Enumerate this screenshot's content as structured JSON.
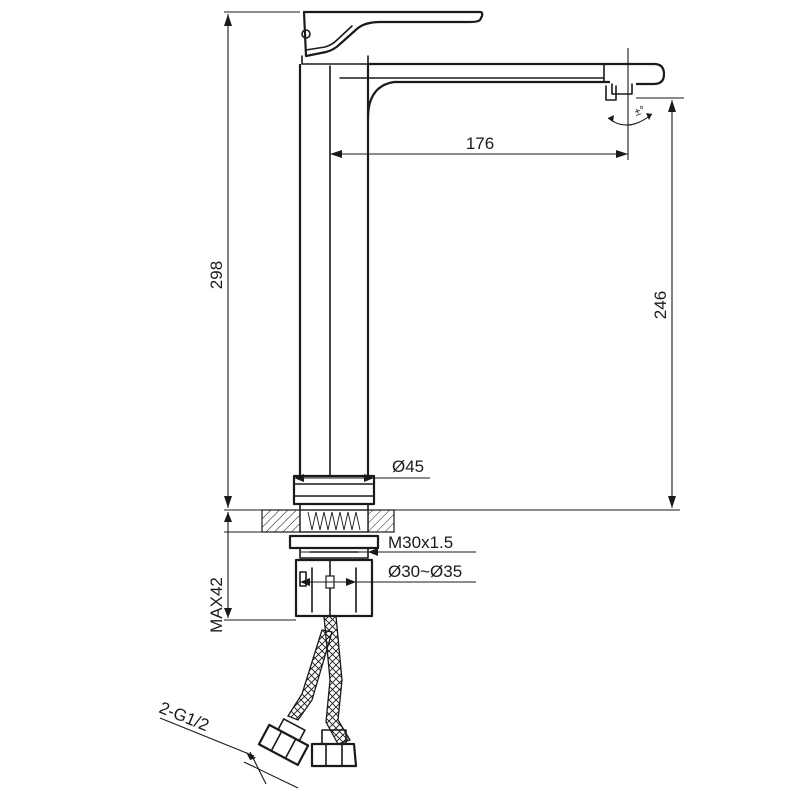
{
  "dimensions": {
    "spout_reach": "176",
    "total_height": "298",
    "spout_height": "246",
    "base_diameter": "Ø45",
    "thread": "M30x1.5",
    "hole_range": "Ø30~Ø35",
    "max_thickness": "MAX42",
    "hose_connection": "2-G1/2",
    "aerator_angle": "±°"
  },
  "colors": {
    "line": "#1a1a1a",
    "background": "#ffffff"
  }
}
